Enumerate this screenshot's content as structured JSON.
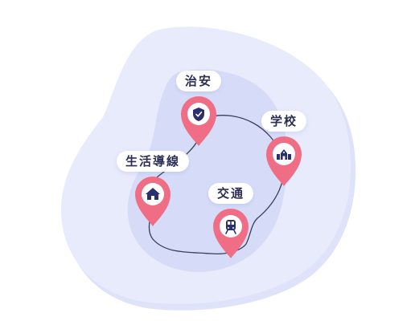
{
  "colors": {
    "blob_outer": "#e8ebfc",
    "blob_shadow": "#dfe3fa",
    "blob_inner": "#d6dcf8",
    "route": "#3a3f58",
    "pin": "#ef6d85",
    "pin_inner": "#ffffff",
    "icon": "#2b2f6e",
    "label_text": "#2b2f55"
  },
  "pins": [
    {
      "id": "safety",
      "label": "治安",
      "icon": "shield-check-icon"
    },
    {
      "id": "school",
      "label": "学校",
      "icon": "school-building-icon"
    },
    {
      "id": "daily-life",
      "label": "生活導線",
      "icon": "house-icon"
    },
    {
      "id": "transport",
      "label": "交通",
      "icon": "train-icon"
    }
  ]
}
